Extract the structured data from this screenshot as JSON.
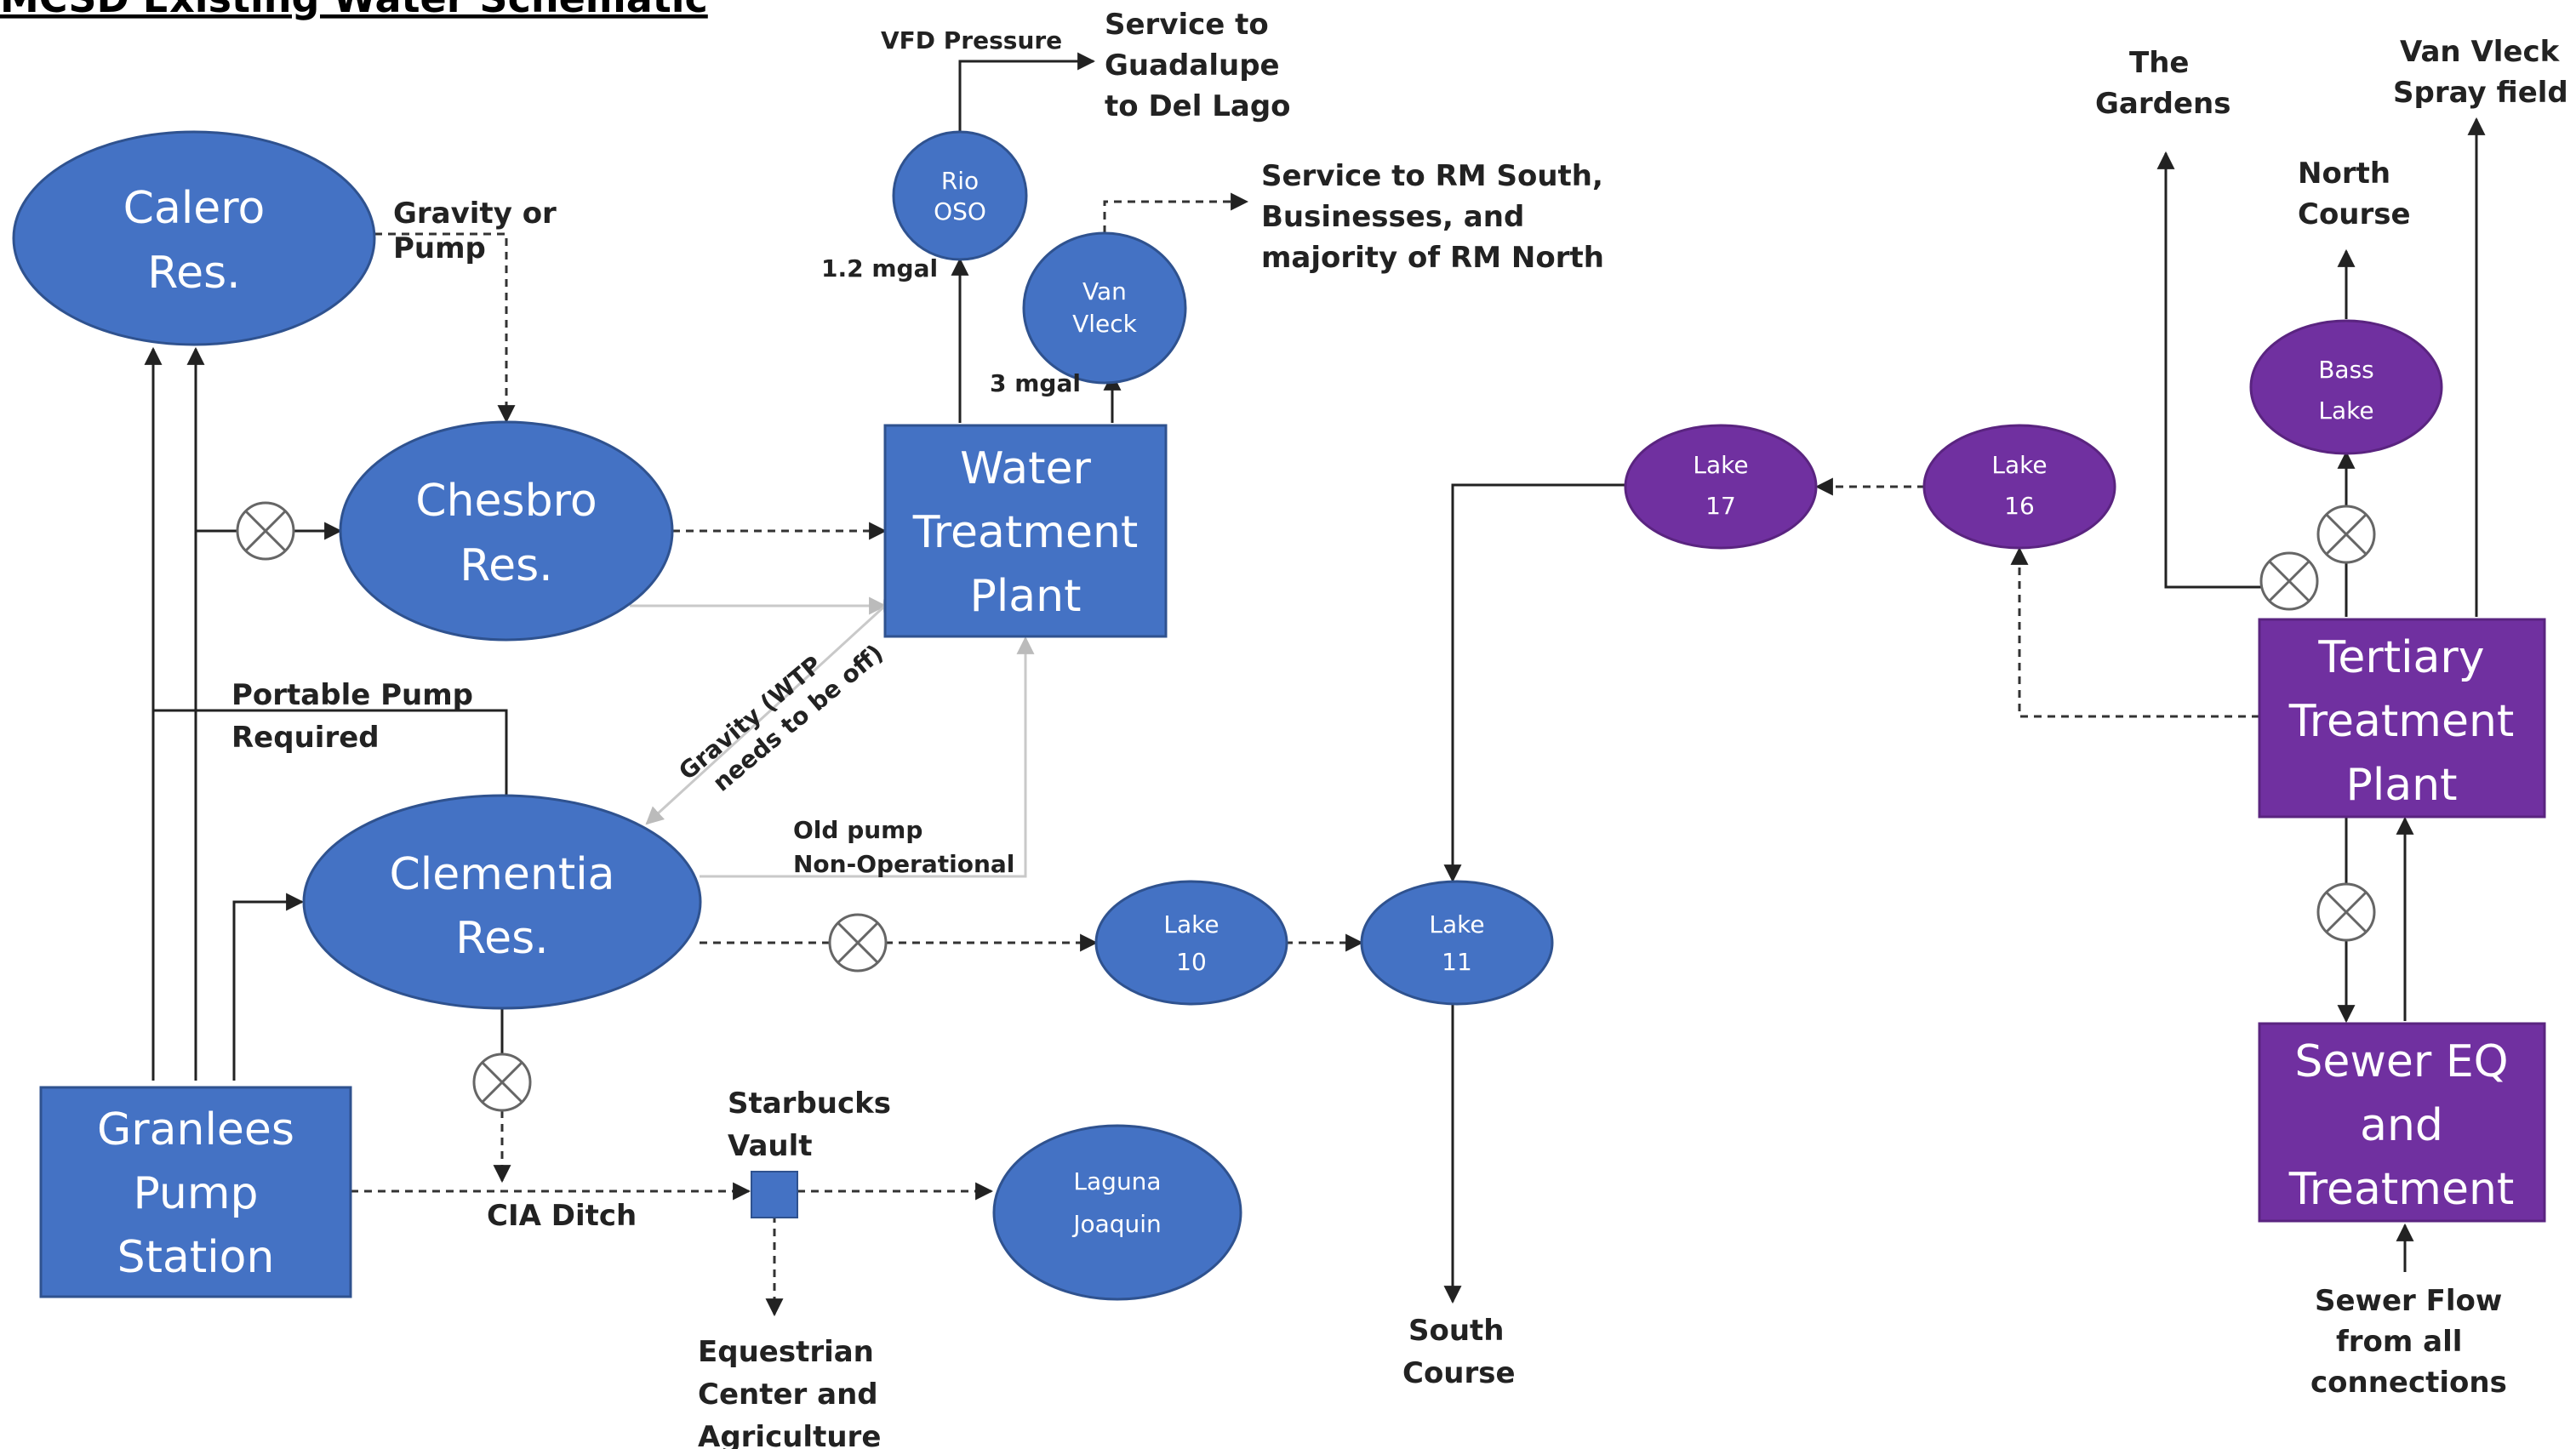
{
  "title": "MCSD Existing Water Schematic",
  "colors": {
    "blue": "#4472C4",
    "purple": "#7030A0",
    "line": "#222222"
  },
  "nodes": {
    "calero": [
      "Calero",
      "Res."
    ],
    "chesbro": [
      "Chesbro",
      "Res."
    ],
    "clementia": [
      "Clementia",
      "Res."
    ],
    "granlees": [
      "Granlees",
      "Pump",
      "Station"
    ],
    "wtp": [
      "Water",
      "Treatment",
      "Plant"
    ],
    "rio_oso": [
      "Rio",
      "OSO"
    ],
    "van_vleck": [
      "Van",
      "Vleck"
    ],
    "lake10": [
      "Lake",
      "10"
    ],
    "lake11": [
      "Lake",
      "11"
    ],
    "lake16": [
      "Lake",
      "16"
    ],
    "lake17": [
      "Lake",
      "17"
    ],
    "bass_lake": [
      "Bass",
      "Lake"
    ],
    "laguna": [
      "Laguna",
      "Joaquin"
    ],
    "ttp": [
      "Tertiary",
      "Treatment",
      "Plant"
    ],
    "sewer": [
      "Sewer EQ",
      "and",
      "Treatment"
    ]
  },
  "labels": {
    "gravity_or_pump": [
      "Gravity or",
      "Pump"
    ],
    "vfd_pressure": "VFD Pressure",
    "service_guadalupe": [
      "Service to",
      "Guadalupe",
      "to Del Lago"
    ],
    "service_rm": [
      "Service to RM South,",
      "Businesses, and",
      "majority of RM North"
    ],
    "mgal_12": "1.2 mgal",
    "mgal_3": "3 mgal",
    "portable_pump": [
      "Portable Pump",
      "Required"
    ],
    "gravity_wtp": [
      "Gravity (WTP",
      "needs to be off)"
    ],
    "old_pump": [
      "Old pump",
      "Non-Operational"
    ],
    "cia_ditch": "CIA Ditch",
    "starbucks_vault": [
      "Starbucks",
      "Vault"
    ],
    "equestrian": [
      "Equestrian",
      "Center and",
      "Agriculture"
    ],
    "south_course": [
      "South",
      "Course"
    ],
    "the_gardens": [
      "The",
      "Gardens"
    ],
    "north_course": [
      "North",
      "Course"
    ],
    "van_vleck_spray": [
      "Van Vleck",
      "Spray field"
    ],
    "sewer_flow": [
      "Sewer Flow",
      "from all",
      "connections"
    ]
  }
}
